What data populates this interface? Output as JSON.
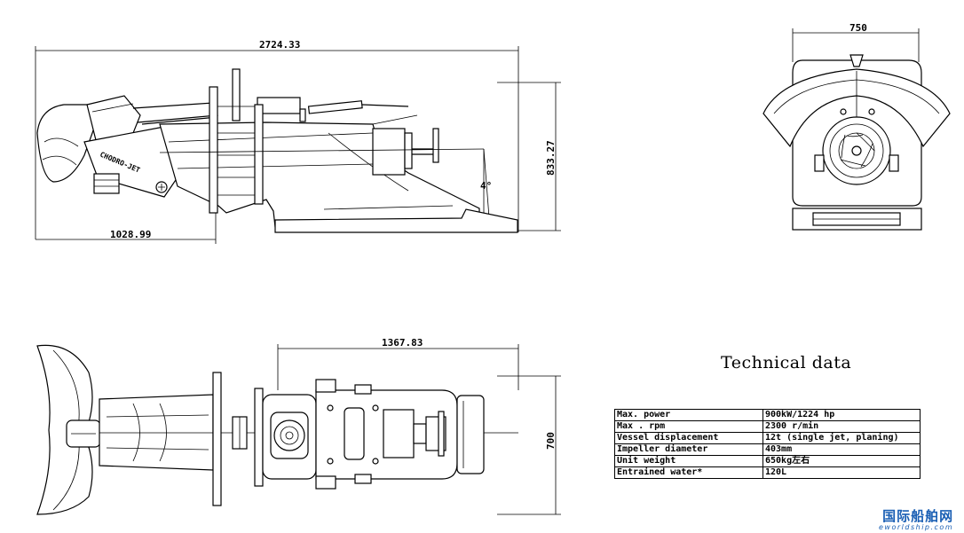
{
  "dimensions": {
    "side_length": "2724.33",
    "side_height": "833.27",
    "side_inlet": "1028.99",
    "side_angle": "4°",
    "front_width": "750",
    "top_length": "1367.83",
    "top_width": "700"
  },
  "drawing_labels": {
    "side_brand": "CHODRO-JET"
  },
  "tech": {
    "title": "Technical data",
    "rows": [
      {
        "label": "Max. power",
        "value": "900kW/1224  hp"
      },
      {
        "label": "Max . rpm",
        "value": "2300 r/min"
      },
      {
        "label": "Vessel displacement",
        "value": "12t (single jet, planing)"
      },
      {
        "label": "Impeller diameter",
        "value": "403mm"
      },
      {
        "label": "Unit weight",
        "value": "650kg左右"
      },
      {
        "label": "Entrained water*",
        "value": "120L"
      }
    ]
  },
  "watermark": {
    "cn": "国际船舶网",
    "en": "eworldship.com"
  }
}
